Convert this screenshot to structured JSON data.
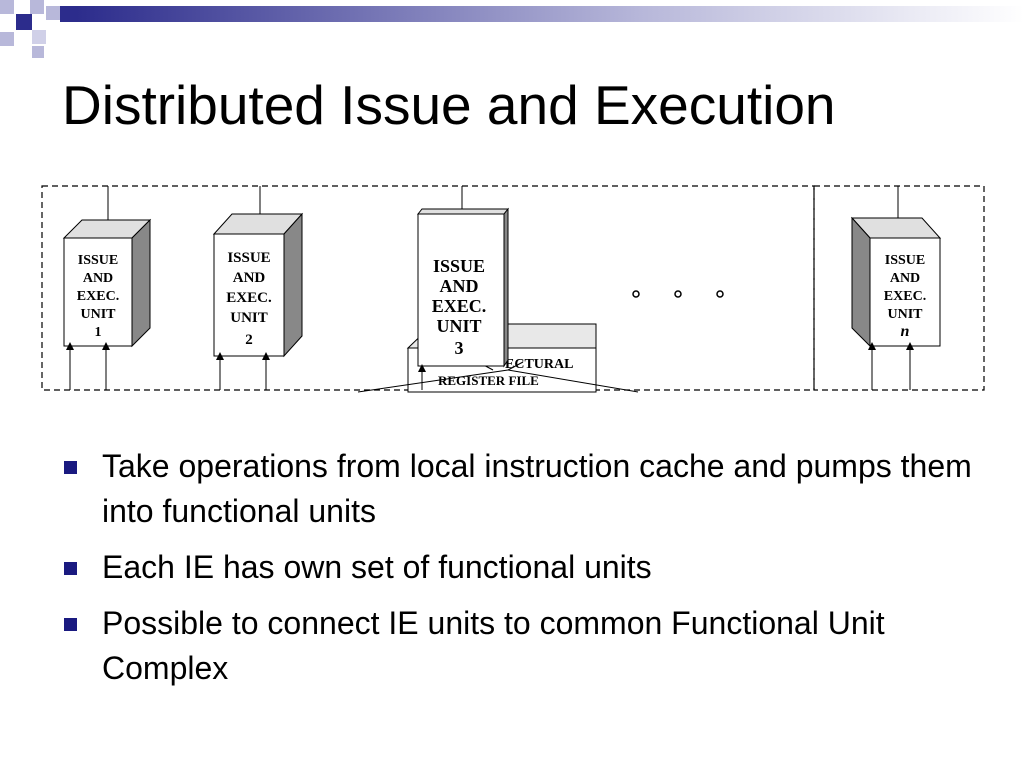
{
  "slide": {
    "title": "Distributed Issue and Execution",
    "bullets": [
      "Take operations from local instruction cache and pumps them into functional units",
      "Each IE has own set of functional units",
      "Possible to connect IE units to common Functional Unit Complex"
    ]
  },
  "diagram": {
    "units": [
      {
        "lines": [
          "ISSUE",
          "AND",
          "EXEC.",
          "UNIT",
          "1"
        ]
      },
      {
        "lines": [
          "ISSUE",
          "AND",
          "EXEC.",
          "UNIT",
          "2"
        ]
      },
      {
        "lines": [
          "ISSUE",
          "AND",
          "EXEC.",
          "UNIT",
          "3"
        ]
      },
      {
        "lines": [
          "ISSUE",
          "AND",
          "EXEC.",
          "UNIT",
          "n"
        ]
      }
    ],
    "register_file": {
      "line1": "ECTURAL",
      "line2": "REGISTER FILE"
    }
  },
  "colors": {
    "bullet": "#1a1a80",
    "accent_dark": "#2c2c8c"
  }
}
